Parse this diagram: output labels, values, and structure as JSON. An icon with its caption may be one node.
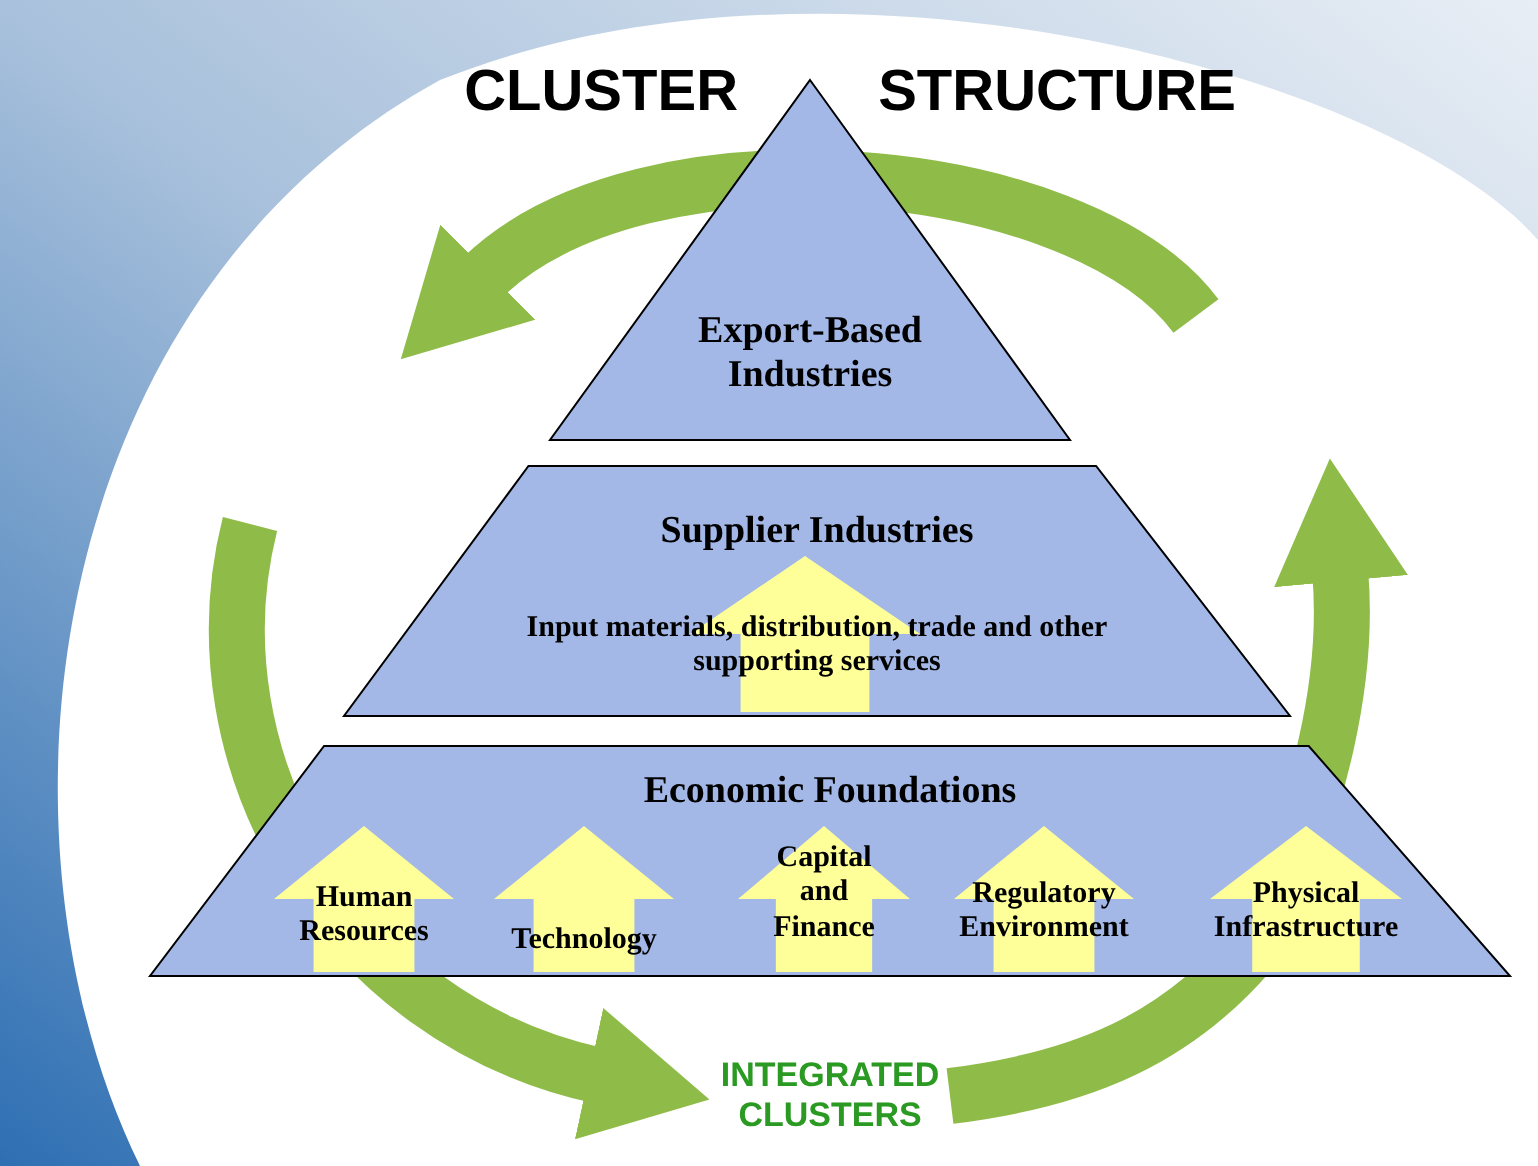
{
  "diagram": {
    "title": "CLUSTER STRUCTURE",
    "nodes": [
      {
        "text": [
          "Export-Based Industries"
        ]
      },
      {
        "text": [
          "Supplier Industries",
          "Input materials, distribution, trade and other supporting services"
        ]
      },
      {
        "text": [
          "Economic Foundations"
        ]
      },
      {
        "text": [
          "Human Resources"
        ],
        "in": 2
      },
      {
        "text": [
          "Technology"
        ],
        "in": 2
      },
      {
        "text": [
          "Capital and Finance"
        ],
        "in": 2
      },
      {
        "text": [
          "Regulatory Environment"
        ],
        "in": 2
      },
      {
        "text": [
          "Physical Infrastructure"
        ],
        "in": 2
      }
    ],
    "edges": [],
    "labels": [
      "INTEGRATED CLUSTERS"
    ]
  }
}
